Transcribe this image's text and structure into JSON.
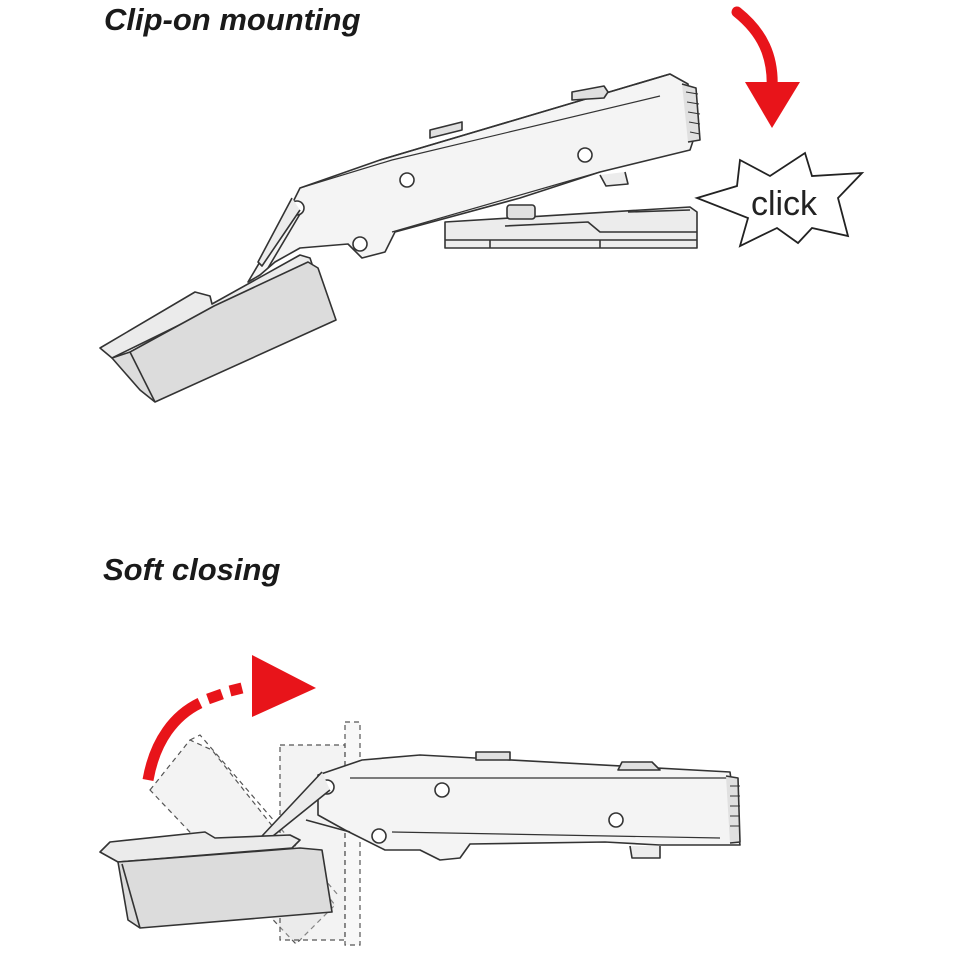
{
  "sections": {
    "clip_on": {
      "title": "Clip-on mounting",
      "badge_text": "click"
    },
    "soft_closing": {
      "title": "Soft closing"
    }
  },
  "colors": {
    "arrow": "#e8141a",
    "outline": "#333333",
    "metal_light": "#f2f2f2",
    "metal_mid": "#e6e6e6",
    "cup": "#dcdcdc",
    "ghost_fill": "#dcdcdc",
    "ghost_stroke": "#555555"
  },
  "icons": {
    "clip_arrow": "curved-down-arrow-icon",
    "close_arrow": "dashed-curved-right-arrow-icon",
    "burst": "starburst-icon"
  }
}
